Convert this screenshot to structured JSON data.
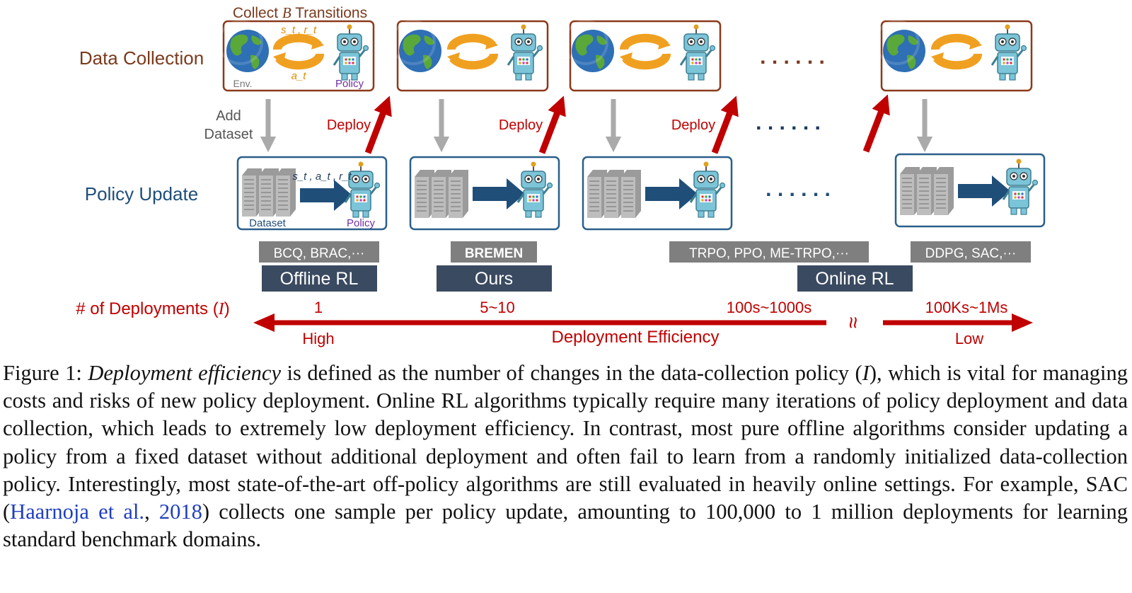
{
  "figure": {
    "row_labels": {
      "data_collection": "Data Collection",
      "policy_update": "Policy Update"
    },
    "collect_label": {
      "prefix": "Collect ",
      "var": "B",
      "suffix": " Transitions"
    },
    "loop_labels": {
      "state_reward": "s_t , r_t",
      "action": "a_t"
    },
    "env_label": "Env.",
    "policy_label": "Policy",
    "dataset_label": "Dataset",
    "transition_label": "s_t , a_t , r_t",
    "add_dataset": [
      "Add",
      "Dataset"
    ],
    "deploy_label": "Deploy",
    "ellipsis": ". . . . . .",
    "algo_tags": [
      "BCQ, BRAC,···",
      "BREMEN",
      "TRPO, PPO, ME-TRPO,···",
      "DDPG, SAC,···"
    ],
    "categories": [
      "Offline RL",
      "Ours",
      "Online RL"
    ],
    "deployments_label": {
      "prefix": "# of Deployments (",
      "var": "I",
      "suffix": ")"
    },
    "deployment_counts": [
      "1",
      "5~10",
      "100s~1000s",
      "100Ks~1Ms"
    ],
    "efficiency": {
      "high": "High",
      "title": "Deployment Efficiency",
      "low": "Low",
      "break_mark": "≈"
    },
    "colors": {
      "brown": "#7b3a1d",
      "blue": "#1f4e79",
      "red": "#c00000",
      "gray_arrow": "#aaaaaa",
      "tag_gray": "#7f7f7f",
      "tag_dark": "#3a4a60",
      "globe_ocean": "#2e6fb5",
      "globe_land": "#5aa83a",
      "loop_orange": "#f0a020",
      "robot_body": "#7cc4d8"
    }
  },
  "caption": {
    "label": "Figure 1: ",
    "term": "Deployment efficiency",
    "part1": " is defined as the number of changes in the data-collection policy (",
    "var": "I",
    "part2": "), which is vital for managing costs and risks of new policy deployment.  Online RL algorithms typically require many iterations of policy deployment and data collection, which leads to extremely low deployment efficiency. In contrast, most pure offline algorithms consider updating a policy from a fixed dataset without additional deployment and often fail to learn from a randomly initialized data-collection policy.  Interestingly, most state-of-the-art off-policy algorithms are still evaluated in heavily online settings. For example, SAC (",
    "cite_author": "Haarnoja et al.",
    "cite_sep": ", ",
    "cite_year": "2018",
    "part3": ") collects one sample per policy update, amounting to 100,000 to 1 million deployments for learning standard benchmark domains."
  }
}
